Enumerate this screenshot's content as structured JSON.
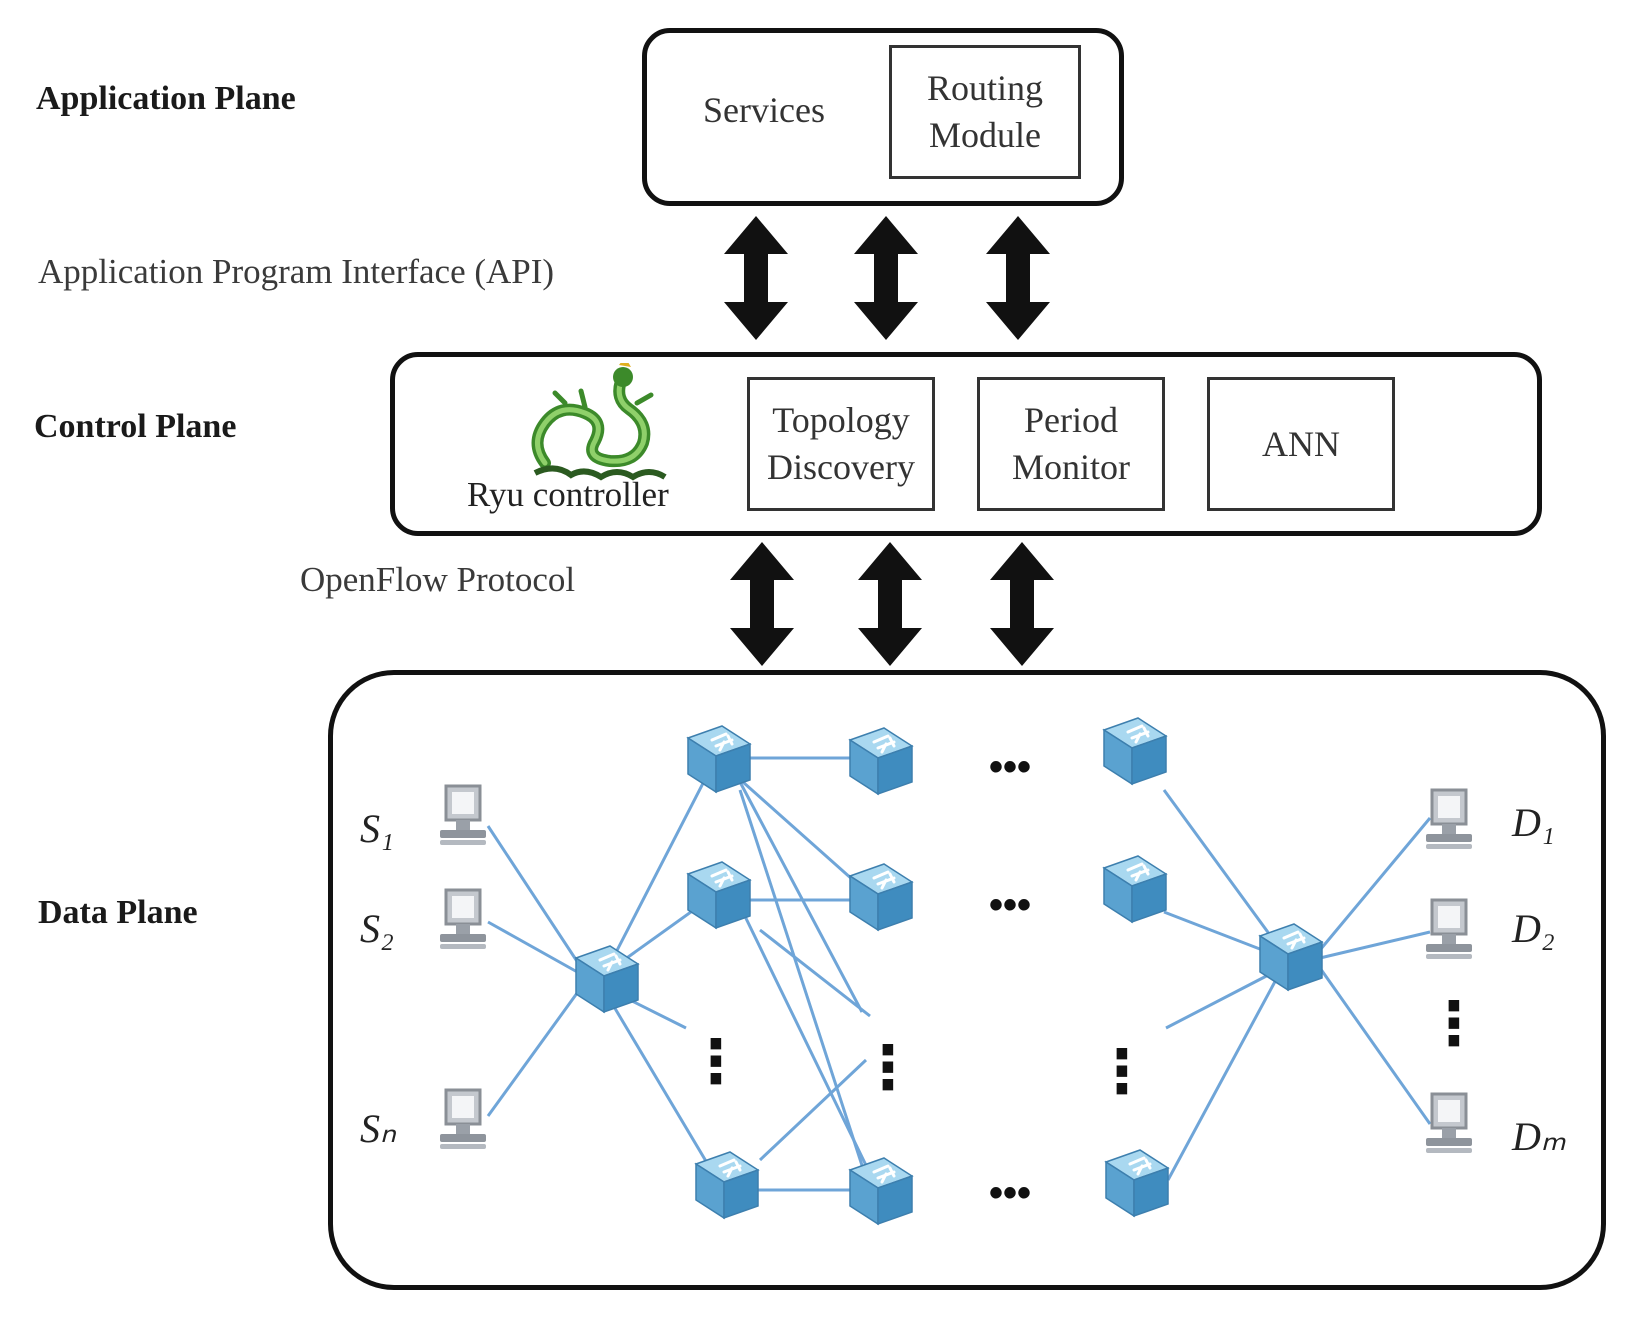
{
  "planes": {
    "application": "Application Plane",
    "control": "Control Plane",
    "data": "Data Plane"
  },
  "interfaces": {
    "api": "Application Program Interface (API)",
    "openflow": "OpenFlow Protocol"
  },
  "application_plane": {
    "services": "Services",
    "routing_module_line1": "Routing",
    "routing_module_line2": "Module"
  },
  "control_plane": {
    "controller": "Ryu controller",
    "topology_line1": "Topology",
    "topology_line2": "Discovery",
    "monitor_line1": "Period",
    "monitor_line2": "Monitor",
    "ann": "ANN"
  },
  "data_plane": {
    "sources": [
      "S₁",
      "S₂",
      "Sₙ"
    ],
    "destinations": [
      "D₁",
      "D₂",
      "Dₘ"
    ],
    "ellipsis_h": "•••",
    "ellipsis_v": "⋮"
  },
  "colors": {
    "link": "#6fa5d8",
    "switch_top": "#9fd2ee",
    "switch_side": "#4f97c7",
    "border": "#111111"
  }
}
